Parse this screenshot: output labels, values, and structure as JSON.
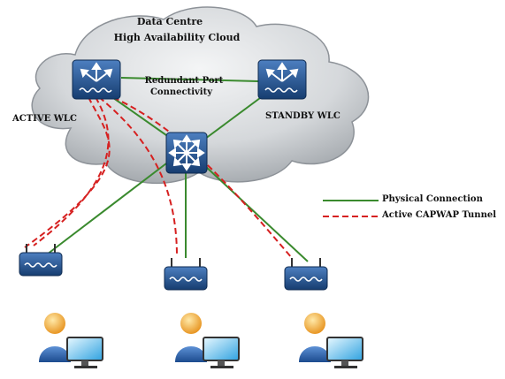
{
  "cloud": {
    "title_line1": "Data Centre",
    "title_line2": "High Availability Cloud"
  },
  "controllers": {
    "active_label": "ACTIVE WLC",
    "standby_label": "STANDBY WLC"
  },
  "link": {
    "line1": "Redundant Port",
    "line2": "Connectivity"
  },
  "legend": {
    "physical": "Physical Connection",
    "capwap": "Active CAPWAP Tunnel"
  },
  "colors": {
    "physical_line": "#3a8a2e",
    "capwap_line": "#d62020",
    "device_blue": "#1f4e8c",
    "cloud_fill": "#c9cdd2",
    "user_orange": "#f0a020"
  },
  "icons": {
    "controller": "wlc-router-icon",
    "switch": "switch-icon",
    "access_point": "access-point-icon",
    "user": "user-workstation-icon"
  }
}
